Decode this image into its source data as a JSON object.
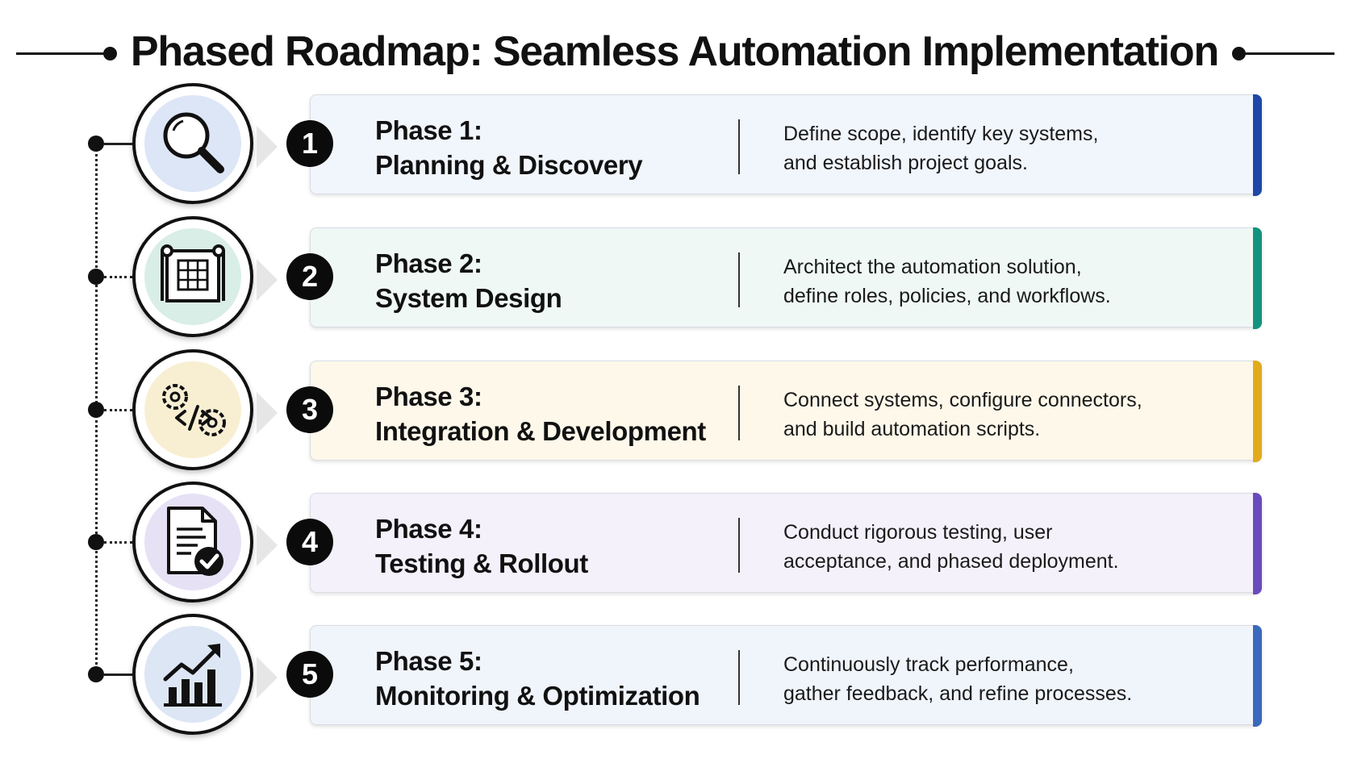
{
  "title": "Phased Roadmap: Seamless Automation Implementation",
  "phases": [
    {
      "number": "1",
      "heading_line1": "Phase 1:",
      "heading_line2": "Planning & Discovery",
      "description_line1": "Define scope, identify key systems,",
      "description_line2": "and establish project goals.",
      "icon": "magnifying-glass-icon",
      "bg_color": "#f1f5fc",
      "tint_color": "#dce6f6",
      "accent_color": "#1f47a8"
    },
    {
      "number": "2",
      "heading_line1": "Phase 2:",
      "heading_line2": "System Design",
      "description_line1": "Architect the automation solution,",
      "description_line2": "define roles, policies, and workflows.",
      "icon": "blueprint-icon",
      "bg_color": "#eff8f5",
      "tint_color": "#d9eee6",
      "accent_color": "#12937d"
    },
    {
      "number": "3",
      "heading_line1": "Phase 3:",
      "heading_line2": "Integration & Development",
      "description_line1": "Connect systems, configure connectors,",
      "description_line2": "and build automation scripts.",
      "icon": "gears-code-icon",
      "bg_color": "#fdf8ea",
      "tint_color": "#f8efd3",
      "accent_color": "#e2ab1c"
    },
    {
      "number": "4",
      "heading_line1": "Phase 4:",
      "heading_line2": "Testing & Rollout",
      "description_line1": "Conduct rigorous testing, user",
      "description_line2": "acceptance, and phased deployment.",
      "icon": "document-check-icon",
      "bg_color": "#f4f1fb",
      "tint_color": "#e7e1f5",
      "accent_color": "#6a4bbd"
    },
    {
      "number": "5",
      "heading_line1": "Phase 5:",
      "heading_line2": "Monitoring & Optimization",
      "description_line1": "Continuously track performance,",
      "description_line2": "gather feedback, and refine processes.",
      "icon": "growth-chart-icon",
      "bg_color": "#f0f4fb",
      "tint_color": "#dde6f5",
      "accent_color": "#3a68bd"
    }
  ]
}
